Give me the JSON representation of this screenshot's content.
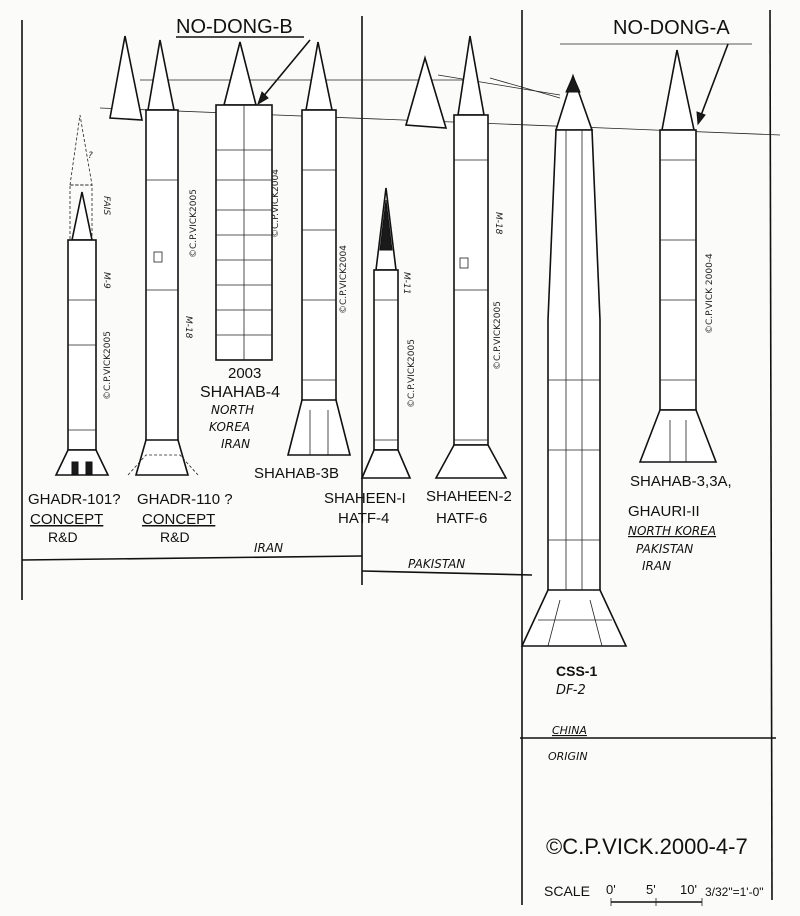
{
  "labels": {
    "no_dong_b": "NO-DONG-B",
    "no_dong_a": "NO-DONG-A",
    "year_2003": "2003",
    "shahab_4": "SHAHAB-4",
    "north_korea_iran_1": "NORTH",
    "north_korea_iran_2": "KOREA",
    "north_korea_iran_3": "IRAN",
    "shahab_3b": "SHAHAB-3B",
    "ghadr_101": "GHADR-101?",
    "ghadr_110": "GHADR-110 ?",
    "concept_1": "CONCEPT",
    "concept_2": "CONCEPT",
    "rd_1": "R&D",
    "rd_2": "R&D",
    "shaheen_1": "SHAHEEN-I",
    "hatf_4": "HATF-4",
    "shaheen_2": "SHAHEEN-2",
    "hatf_6": "HATF-6",
    "shahab_33a": "SHAHAB-3,3A,",
    "ghauri_2": "GHAURI-II",
    "nk_right": "NORTH KOREA",
    "pakistan_right": "PAKISTAN",
    "iran_right": "IRAN",
    "iran_span": "IRAN",
    "pakistan_span": "PAKISTAN",
    "css1": "CSS-1",
    "df2": "DF-2",
    "china": "CHINA",
    "origin": "ORIGIN",
    "copyright": "©C.P.VICK.2000-4-7",
    "scale_label": "SCALE",
    "scale_0": "0'",
    "scale_5": "5'",
    "scale_10": "10'",
    "scale_ratio": "3/32\"=1'-0\"",
    "m9": "M-9",
    "m18a": "M-18",
    "m11": "M-11",
    "m18b": "M-18",
    "fais": "FAIS",
    "q_mark": "?"
  },
  "vertical_credits": {
    "v1": "©C.P.VICK2005",
    "v2": "©C.P.VICK2005",
    "v3": "©C.P.VICK2004",
    "v4": "©C.P.VICK2004",
    "v5": "©C.P.VICK2005",
    "v6": "©C.P.VICK2005",
    "v7": "©C.P.VICK 2000-4"
  }
}
